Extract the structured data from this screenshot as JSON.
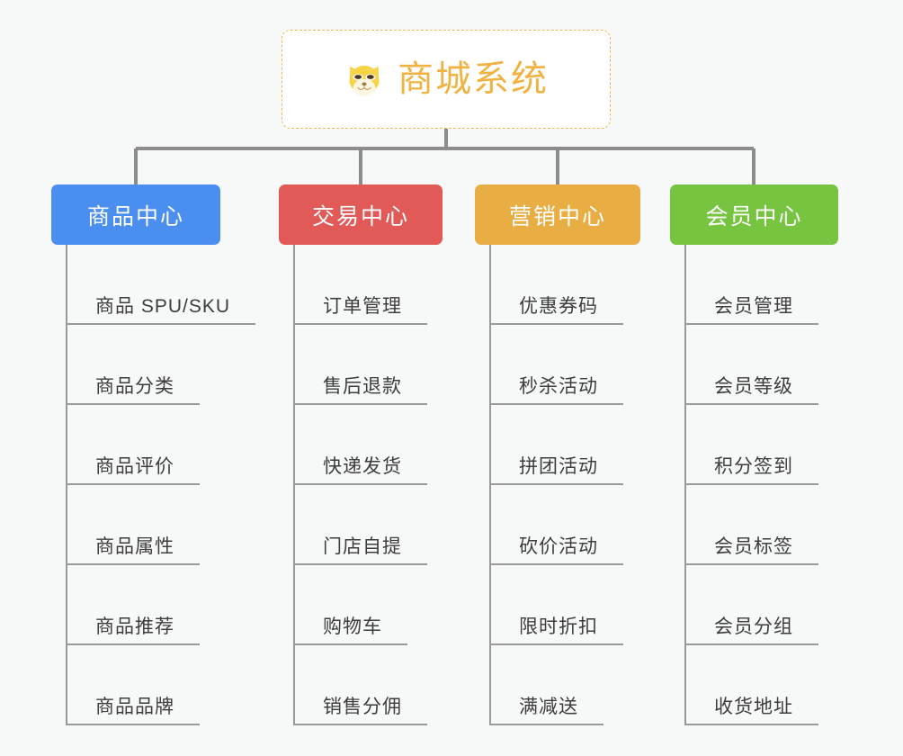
{
  "page": {
    "background_color": "#f7f8f8",
    "title": "商城系统功能结构图"
  },
  "root": {
    "label": "商城系统",
    "icon": "shiba-dog-face-icon",
    "text_color": "#f0b343",
    "border_color": "#efb95e",
    "background_color": "#ffffff"
  },
  "connector": {
    "color": "#8c8c8c"
  },
  "columns": [
    {
      "label": "商品中心",
      "color": "#4a8ef0",
      "items": [
        {
          "label": "商品 SPU/SKU"
        },
        {
          "label": "商品分类"
        },
        {
          "label": "商品评价"
        },
        {
          "label": "商品属性"
        },
        {
          "label": "商品推荐"
        },
        {
          "label": "商品品牌"
        }
      ]
    },
    {
      "label": "交易中心",
      "color": "#e25a57",
      "items": [
        {
          "label": "订单管理"
        },
        {
          "label": "售后退款"
        },
        {
          "label": "快递发货"
        },
        {
          "label": "门店自提"
        },
        {
          "label": "购物车"
        },
        {
          "label": "销售分佣"
        }
      ]
    },
    {
      "label": "营销中心",
      "color": "#e9ae43",
      "items": [
        {
          "label": "优惠券码"
        },
        {
          "label": "秒杀活动"
        },
        {
          "label": "拼团活动"
        },
        {
          "label": "砍价活动"
        },
        {
          "label": "限时折扣"
        },
        {
          "label": "满减送"
        }
      ]
    },
    {
      "label": "会员中心",
      "color": "#76c43f",
      "items": [
        {
          "label": "会员管理"
        },
        {
          "label": "会员等级"
        },
        {
          "label": "积分签到"
        },
        {
          "label": "会员标签"
        },
        {
          "label": "会员分组"
        },
        {
          "label": "收货地址"
        }
      ]
    }
  ]
}
